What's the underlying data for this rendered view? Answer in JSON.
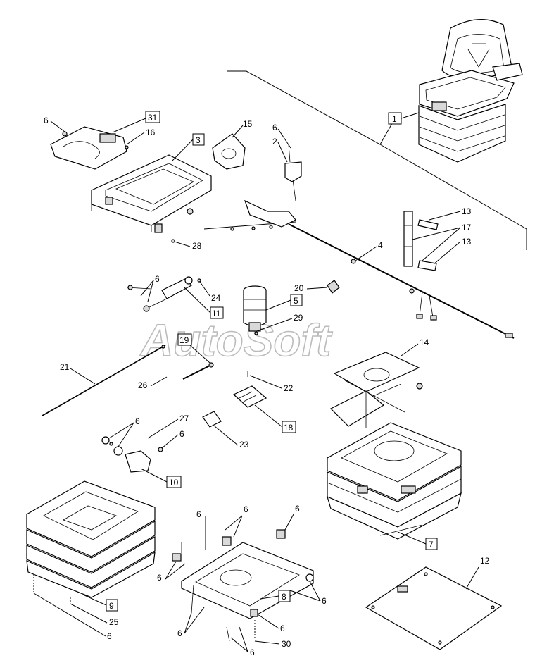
{
  "watermark": "AutoSoft",
  "callouts": {
    "c1": "1",
    "c2": "2",
    "c3": "3",
    "c4": "4",
    "c5": "5",
    "c6_a": "6",
    "c6_b": "6",
    "c6_c": "6",
    "c6_d": "6",
    "c6_e": "6",
    "c6_f": "6",
    "c6_g": "6",
    "c6_h": "6",
    "c6_i": "6",
    "c6_j": "6",
    "c6_k": "6",
    "c6_l": "6",
    "c6_m": "6",
    "c6_n": "6",
    "c7": "7",
    "c8": "8",
    "c9": "9",
    "c10": "10",
    "c11": "11",
    "c12": "12",
    "c13_a": "13",
    "c13_b": "13",
    "c14": "14",
    "c15": "15",
    "c16": "16",
    "c17": "17",
    "c18": "18",
    "c19": "19",
    "c20": "20",
    "c21": "21",
    "c22": "22",
    "c23": "23",
    "c24": "24",
    "c25": "25",
    "c26": "26",
    "c27": "27",
    "c28": "28",
    "c29": "29",
    "c30": "30",
    "c31": "31"
  }
}
